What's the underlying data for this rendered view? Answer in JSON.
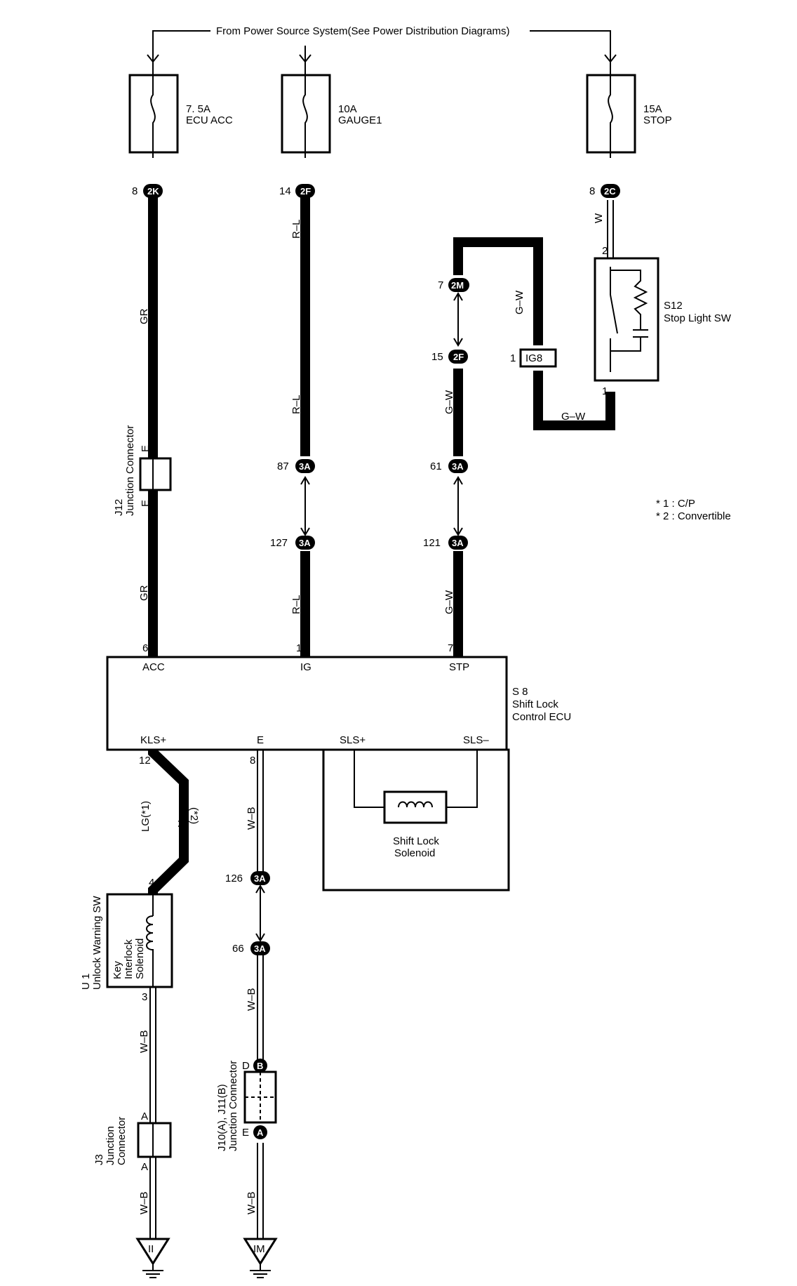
{
  "header": {
    "source_label": "From Power Source System(See Power Distribution Diagrams)"
  },
  "fuses": [
    {
      "amp": "7. 5A",
      "name": "ECU ACC"
    },
    {
      "amp": "10A",
      "name": "GAUGE1"
    },
    {
      "amp": "15A",
      "name": "STOP"
    }
  ],
  "connectors": {
    "c2k": {
      "pin": "8",
      "id": "2K"
    },
    "c2f": {
      "pin": "14",
      "id": "2F"
    },
    "c2c": {
      "pin": "8",
      "id": "2C"
    },
    "c2m": {
      "pin": "7",
      "id": "2M"
    },
    "c2f15": {
      "pin": "15",
      "id": "2F"
    },
    "cig8": {
      "pin": "1",
      "id": "IG8"
    },
    "c3a87": {
      "pin": "87",
      "id": "3A"
    },
    "c3a61": {
      "pin": "61",
      "id": "3A"
    },
    "c3a127": {
      "pin": "127",
      "id": "3A"
    },
    "c3a121": {
      "pin": "121",
      "id": "3A"
    },
    "c3a126": {
      "pin": "126",
      "id": "3A"
    },
    "c3a66": {
      "pin": "66",
      "id": "3A"
    },
    "cb": {
      "id": "B",
      "pin": "D"
    },
    "ca": {
      "id": "A",
      "pin": "E"
    }
  },
  "wires": {
    "gr": "GR",
    "rl": "R–L",
    "w": "W",
    "gw": "G–W",
    "wb": "W–B",
    "lg": "LG(*1)",
    "r": "R",
    "r_note": "(*2)"
  },
  "stop_switch": {
    "id": "S12",
    "name": "Stop Light SW",
    "pin_top": "2",
    "pin_bottom": "1"
  },
  "j12": {
    "id": "J12",
    "name": "Junction Connector",
    "pin": "E"
  },
  "notes": {
    "n1": "* 1 : C/P",
    "n2": "* 2 : Convertible"
  },
  "ecu": {
    "id": "S 8",
    "name1": "Shift Lock",
    "name2": "Control ECU",
    "acc": "ACC",
    "ig": "IG",
    "stp": "STP",
    "kls": "KLS+",
    "e": "E",
    "slsp": "SLS+",
    "slsm": "SLS–",
    "pin_acc": "6",
    "pin_ig": "1",
    "pin_stp": "7",
    "pin_kls": "12",
    "pin_e": "8"
  },
  "solenoid": {
    "name1": "Shift Lock",
    "name2": "Solenoid"
  },
  "unlock_sw": {
    "id": "U 1",
    "name": "Unlock Warning SW",
    "inner1": "Key",
    "inner2": "Interlock",
    "inner3": "Solenoid",
    "pin_top": "4",
    "pin_bottom": "3"
  },
  "j3": {
    "id": "J3",
    "name1": "Junction",
    "name2": "Connector",
    "pin": "A"
  },
  "j10": {
    "id": "J10(A), J11(B)",
    "name": "Junction Connector"
  },
  "grounds": {
    "g1": "II",
    "g2": "IM"
  }
}
